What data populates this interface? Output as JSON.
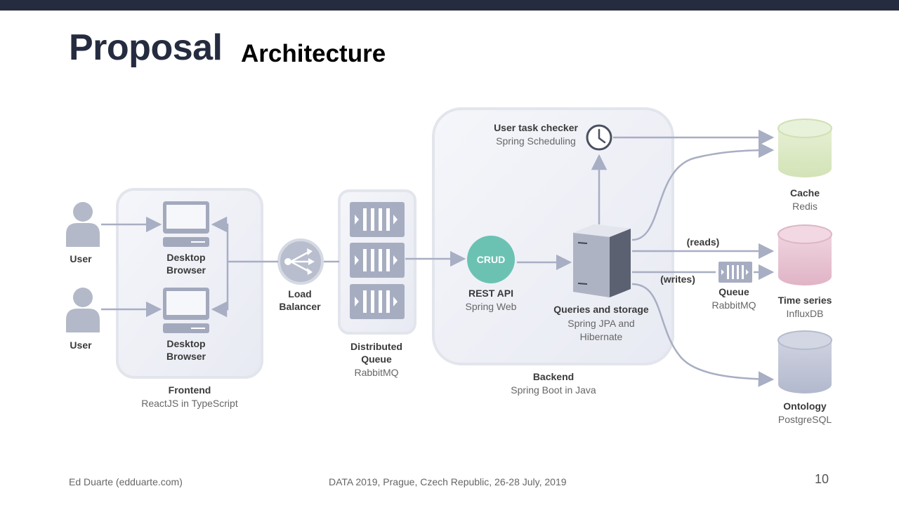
{
  "slide": {
    "title": "Proposal",
    "subtitle": "Architecture",
    "footer_left": "Ed Duarte (edduarte.com)",
    "footer_center": "DATA 2019, Prague, Czech Republic, 26-28 July, 2019",
    "page_number": "10"
  },
  "diagram": {
    "users": [
      {
        "label": "User"
      },
      {
        "label": "User"
      }
    ],
    "browsers": [
      {
        "line1": "Desktop",
        "line2": "Browser"
      },
      {
        "line1": "Desktop",
        "line2": "Browser"
      }
    ],
    "frontend": {
      "title": "Frontend",
      "subtitle": "ReactJS in TypeScript"
    },
    "load_balancer": {
      "line1": "Load",
      "line2": "Balancer"
    },
    "distributed_queue": {
      "line1": "Distributed",
      "line2": "Queue",
      "subtitle": "RabbitMQ"
    },
    "crud": {
      "badge": "CRUD",
      "title": "REST API",
      "subtitle": "Spring Web"
    },
    "task_checker": {
      "title": "User task checker",
      "subtitle": "Spring Scheduling"
    },
    "storage": {
      "title": "Queries and storage",
      "subtitle1": "Spring JPA and",
      "subtitle2": "Hibernate"
    },
    "backend": {
      "title": "Backend",
      "subtitle": "Spring Boot in Java"
    },
    "edge_reads": "(reads)",
    "edge_writes": "(writes)",
    "write_queue": {
      "title": "Queue",
      "subtitle": "RabbitMQ"
    },
    "cache": {
      "title": "Cache",
      "subtitle": "Redis",
      "color": "#dbe8c4"
    },
    "time_series": {
      "title": "Time series",
      "subtitle": "InfluxDB",
      "color": "#e9c3d2"
    },
    "ontology": {
      "title": "Ontology",
      "subtitle": "PostgreSQL",
      "color": "#c2c7d8"
    },
    "colors": {
      "arrow": "#a8aec3",
      "container_fill": "#eef0f7",
      "container_stroke": "#e3e5ec",
      "crud": "#6cc2b2"
    }
  }
}
